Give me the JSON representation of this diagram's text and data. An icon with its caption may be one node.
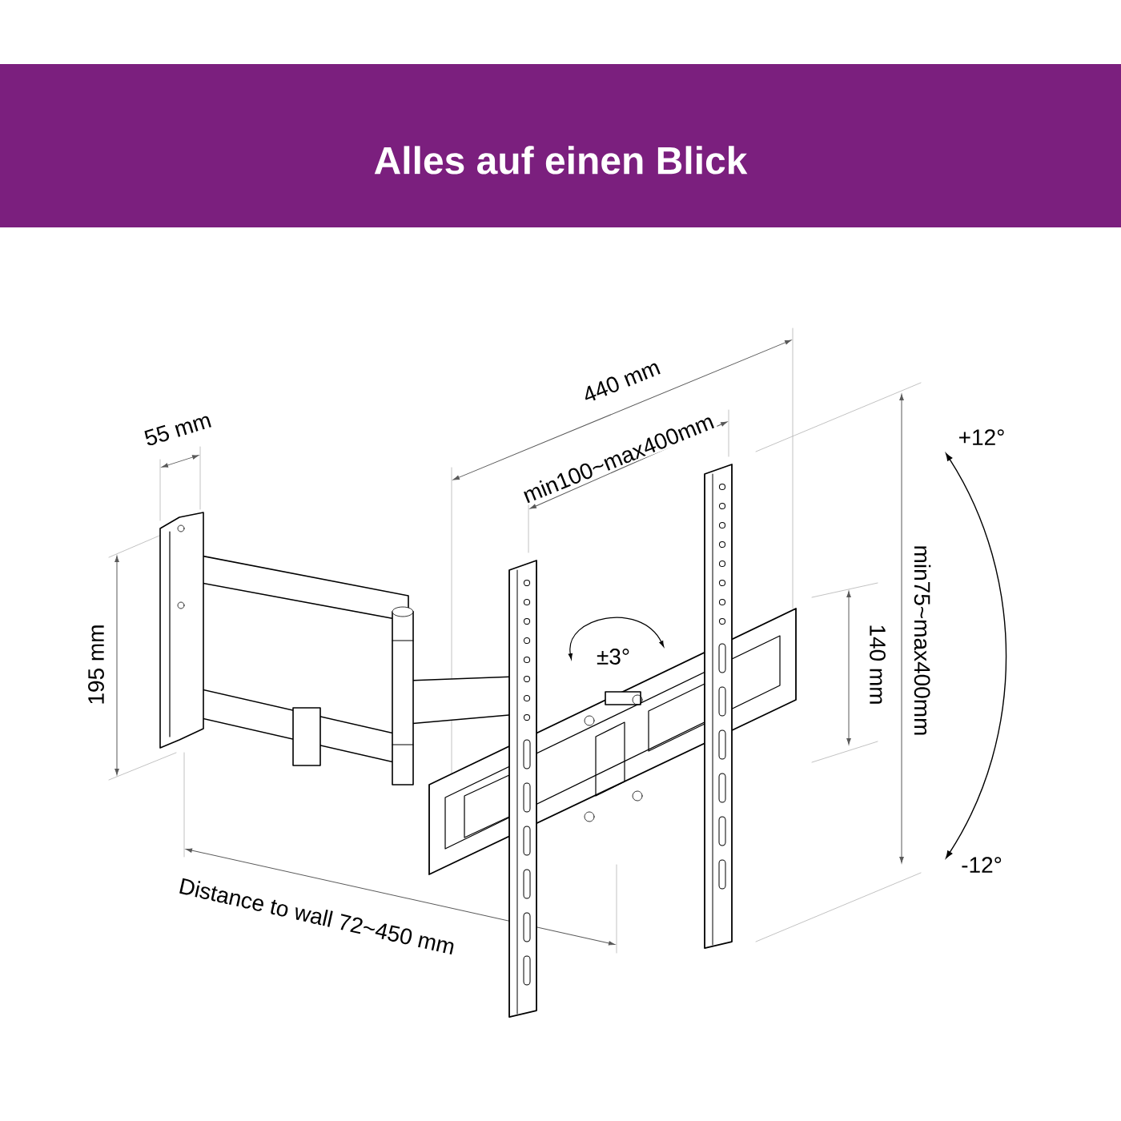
{
  "diagram": {
    "title": "Alles auf einen Blick",
    "labels": [
      "55 mm",
      "440 mm",
      "min100~max400mm",
      "195 mm",
      "±3°",
      "140 mm",
      "min75~max400mm",
      "+12°",
      "-12°",
      "Distance to wall 72~450 mm"
    ]
  }
}
